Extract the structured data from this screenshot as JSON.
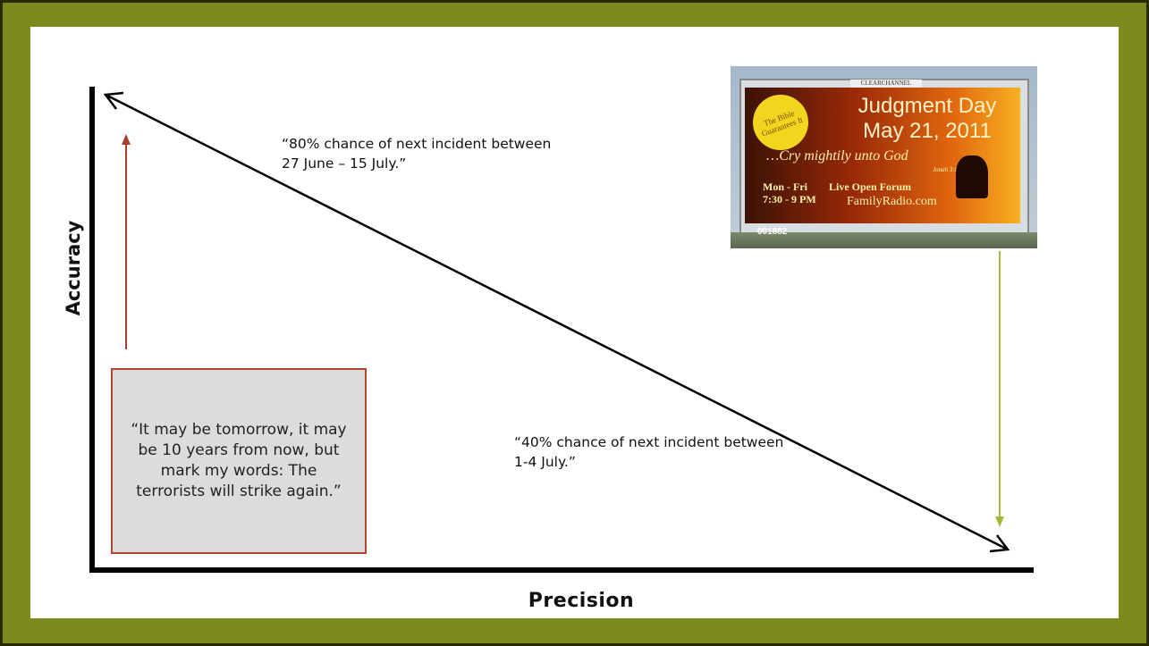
{
  "axes": {
    "y_label": "Accuracy",
    "x_label": "Precision"
  },
  "quotes": {
    "eighty": "“80% chance of next incident between 27 June – 15 July.”",
    "forty": "“40% chance of next incident between 1-4 July.”",
    "vague": "“It may be tomorrow, it may be 10 years from now, but mark my words: The terrorists will strike again.”"
  },
  "billboard": {
    "brand": "CLEARCHANNEL",
    "seal": "The Bible Guarantees It",
    "title": "Judgment Day",
    "date": "May 21, 2011",
    "cry": "…Cry mightily unto God",
    "verse": "Jonah 3:8",
    "days": "Mon - Fri",
    "hours": "7:30 - 9 PM",
    "forum": "Live Open Forum",
    "site": "FamilyRadio.com",
    "panel_number": "001882"
  },
  "colors": {
    "background": "#7c8a1e",
    "vague_border": "#b5432f",
    "vague_arrow": "#a6402c",
    "billboard_arrow": "#a8b83c",
    "axis": "#000000"
  }
}
